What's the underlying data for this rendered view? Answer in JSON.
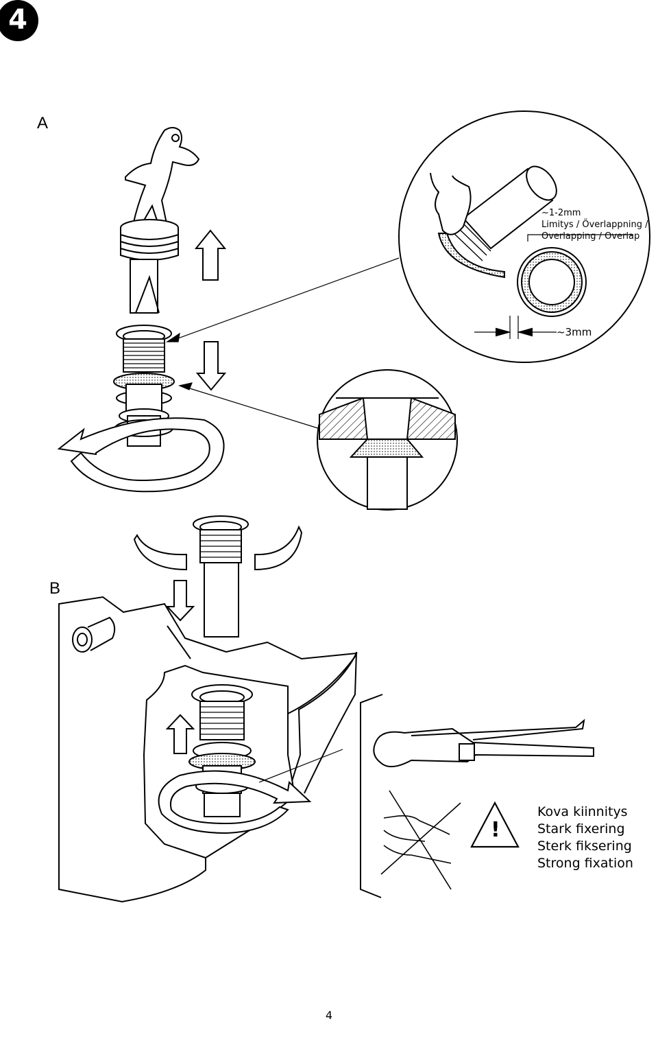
{
  "step": {
    "number": "4"
  },
  "sections": {
    "a_label": "A",
    "b_label": "B"
  },
  "detail_callout": {
    "overlap_measure": "~1-2mm",
    "overlap_text_line1": "Limitys / Överlappning /",
    "overlap_text_line2": "Overlapping / Overlap",
    "gap_measure": "~3mm"
  },
  "warning": {
    "symbol": "!",
    "lines": [
      "Kova kiinnitys",
      "Stark fixering",
      "Sterk fiksering",
      "Strong fixation"
    ]
  },
  "page": {
    "number": "4"
  },
  "icons": [
    "step-number-badge",
    "up-arrow-icon",
    "down-arrow-icon",
    "rotate-arrow-icon",
    "warning-triangle-icon",
    "pipe-wrench-illustration",
    "hand-illustration"
  ]
}
